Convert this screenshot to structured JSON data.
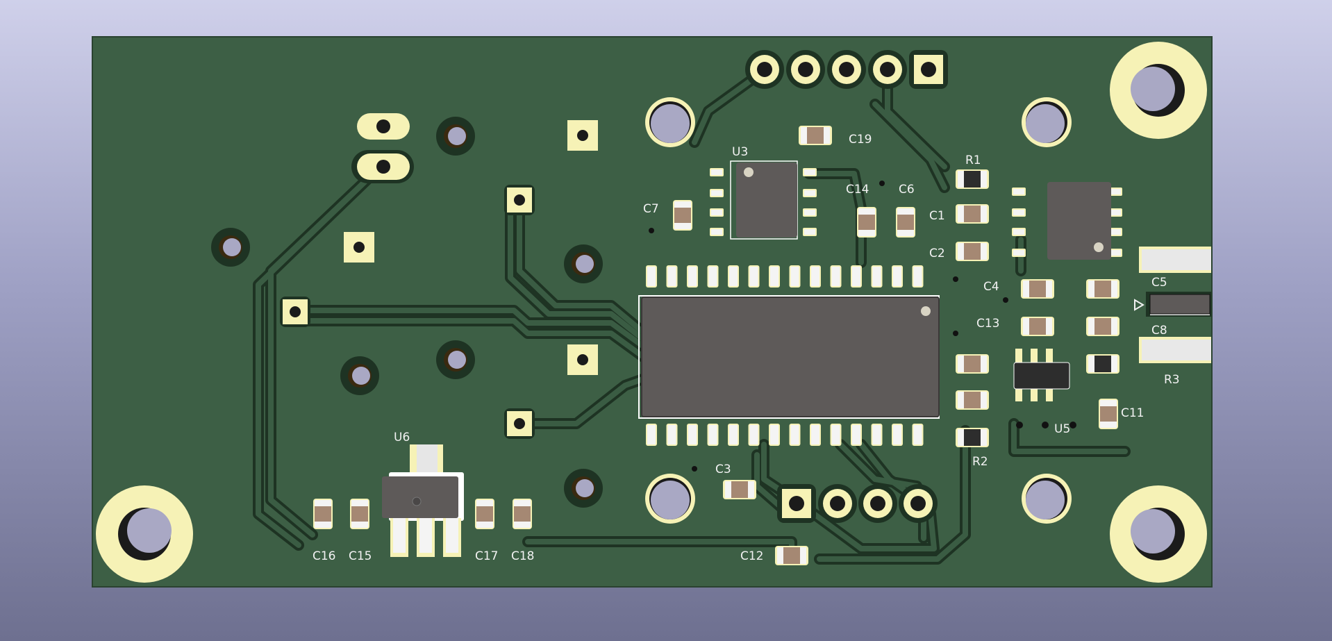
{
  "view": {
    "name": "3D board viewer - bottom side"
  },
  "colors": {
    "background_top": "#cfd0ea",
    "background_bottom": "#6e7090",
    "board": "#3d5f45",
    "copper_trace": "#3a5c43",
    "trace_clearance": "#1e3323",
    "pad_gold": "#f6f2b6",
    "ic_body": "#5e5a59",
    "capacitor_body": "#a58873",
    "silkscreen": "#f2f2f2"
  },
  "labels": {
    "C19": "C19",
    "U3": "U3",
    "R1": "R1",
    "C7": "C7",
    "C14": "C14",
    "C6": "C6",
    "C1": "C1",
    "C2": "C2",
    "C4": "C4",
    "C5": "C5",
    "C13": "C13",
    "C8": "C8",
    "R3": "R3",
    "C11": "C11",
    "U5": "U5",
    "R2": "R2",
    "U6": "U6",
    "C3": "C3",
    "C16": "C16",
    "C15": "C15",
    "C17": "C17",
    "C18": "C18",
    "C12": "C12"
  }
}
